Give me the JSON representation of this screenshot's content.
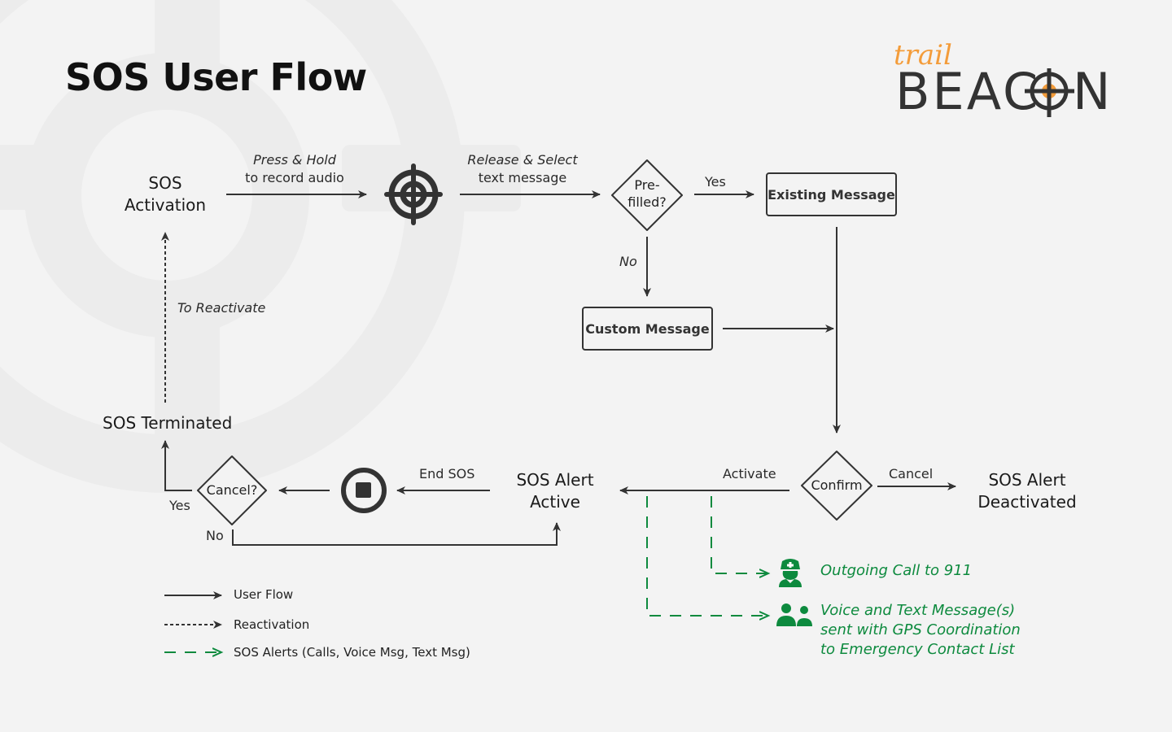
{
  "title": "SOS User Flow",
  "logo": {
    "top_word": "trail",
    "main_word_prefix": "BEAC",
    "main_word_suffix": "N",
    "accent_color": "#f39c3a",
    "dark_color": "#333333"
  },
  "colors": {
    "flow": "#333333",
    "alert": "#0d8a3e",
    "background": "#f3f3f3",
    "watermark": "#ececec"
  },
  "nodes": {
    "sos_activation": [
      "SOS",
      "Activation"
    ],
    "target_icon": "crosshair-icon",
    "prefilled_decision": [
      "Pre-",
      "filled?"
    ],
    "existing_message": "Existing Message",
    "custom_message": "Custom Message",
    "confirm_decision": "Confirm",
    "sos_alert_deactivated": [
      "SOS Alert",
      "Deactivated"
    ],
    "sos_alert_active": [
      "SOS Alert",
      "Active"
    ],
    "stop_icon": "stop-icon",
    "cancel_decision": "Cancel?",
    "sos_terminated": "SOS Terminated"
  },
  "edges": {
    "press_hold": [
      "Press & Hold",
      "to record audio"
    ],
    "release_select": [
      "Release & Select",
      "text message"
    ],
    "yes_prefilled": "Yes",
    "no_prefilled": "No",
    "activate": "Activate",
    "cancel": "Cancel",
    "end_sos": "End SOS",
    "yes_cancel": "Yes",
    "no_cancel": "No",
    "to_reactivate": "To Reactivate"
  },
  "alerts": [
    {
      "icon": "nurse-icon",
      "lines": [
        "Outgoing Call to 911"
      ]
    },
    {
      "icon": "users-icon",
      "lines": [
        "Voice and Text Message(s)",
        "sent with GPS Coordination",
        "to Emergency Contact List"
      ]
    }
  ],
  "legend": [
    {
      "style": "solid",
      "label": "User Flow"
    },
    {
      "style": "dotted",
      "label": "Reactivation"
    },
    {
      "style": "dashed-green",
      "label": "SOS Alerts (Calls, Voice Msg, Text Msg)"
    }
  ]
}
